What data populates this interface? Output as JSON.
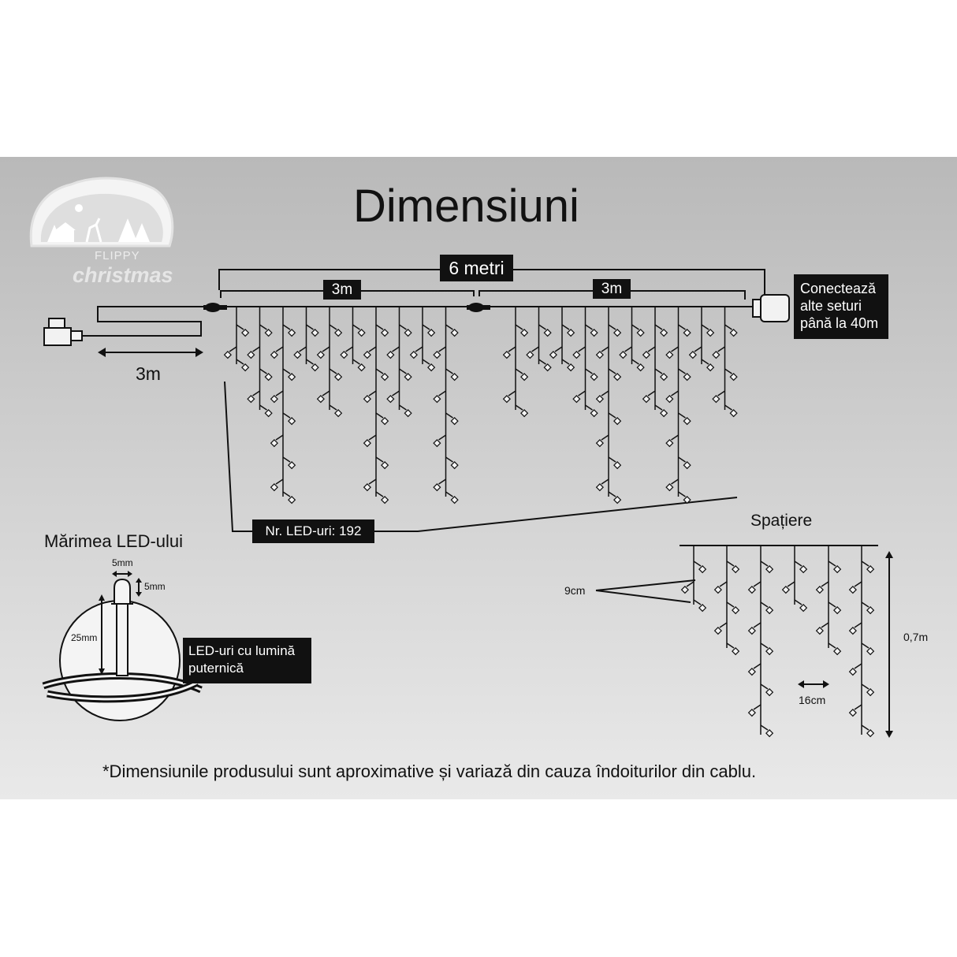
{
  "title": "Dimensiuni",
  "logo": {
    "line1": "FLIPPY",
    "line2": "christmas"
  },
  "labels": {
    "total_length": "6 metri",
    "segment_left": "3m",
    "segment_right": "3m",
    "lead_cable": "3m",
    "connect_note": [
      "Conectează",
      "alte seturi",
      "până la 40m"
    ],
    "led_count": "Nr. LED-uri: 192",
    "led_size_title": "Mărimea LED-ului",
    "led_width": "5mm",
    "led_height": "5mm",
    "led_stem": "25mm",
    "led_type": [
      "LED-uri cu lumină",
      "puternică"
    ],
    "spacing_title": "Spațiere",
    "drop_spacing": "9cm",
    "strand_spacing": "16cm",
    "max_drop": "0,7m"
  },
  "footnote": "*Dimensiunile produsului sunt aproximative și variază din cauza îndoiturilor din cablu.",
  "colors": {
    "panel": "#c6c6c6",
    "line": "#111111",
    "label_box": "#111111",
    "label_text": "#ffffff"
  }
}
